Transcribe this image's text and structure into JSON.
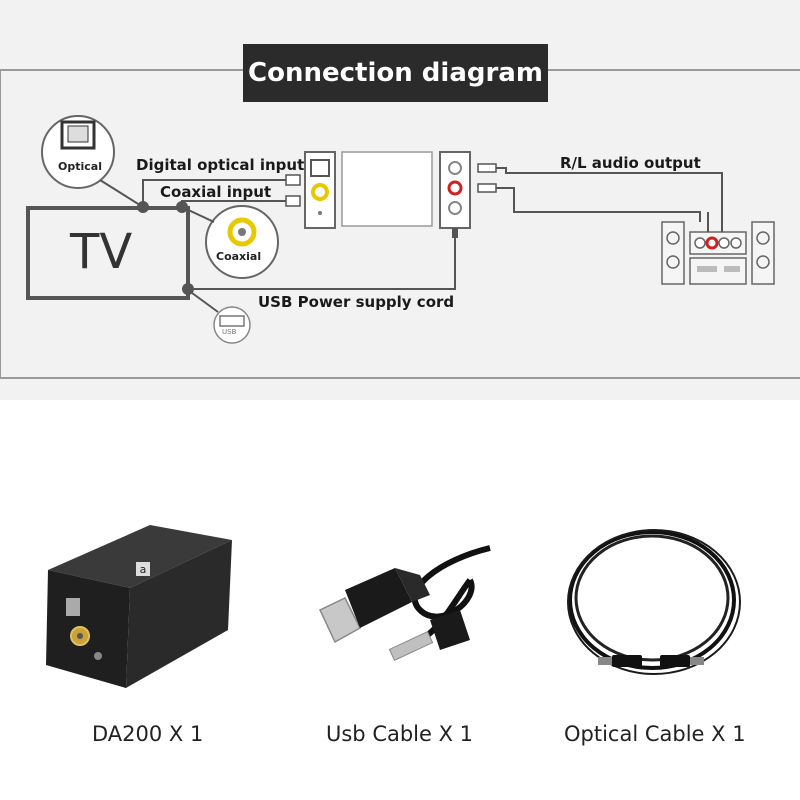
{
  "diagram": {
    "title": "Connection diagram",
    "labels": {
      "optical_badge": "Optical",
      "coaxial_badge": "Coaxial",
      "usb_badge": "USB",
      "tv": "TV",
      "digital_optical_input": "Digital optical input",
      "coaxial_input": "Coaxial input",
      "usb_power": "USB Power supply cord",
      "rl_output": "R/L  audio output"
    }
  },
  "products": [
    {
      "label": "DA200 X 1"
    },
    {
      "label": "Usb Cable X 1"
    },
    {
      "label": "Optical Cable X 1"
    }
  ],
  "colors": {
    "panel_bg": "#f2f2f2",
    "title_bg": "#2b2b2b",
    "line": "#555555",
    "coax_yellow": "#e8c800",
    "rca_red": "#cc2222"
  }
}
